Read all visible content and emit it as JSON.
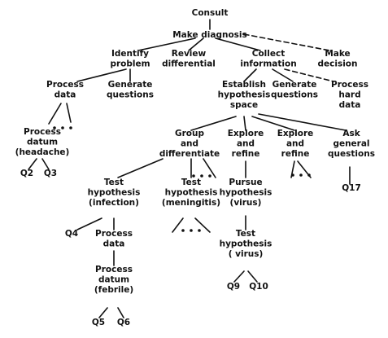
{
  "diagram": {
    "nodes": {
      "consult": [
        "Consult"
      ],
      "make_diagnosis": [
        "Make diagnosis"
      ],
      "identify_problem": [
        "Identify",
        "problem"
      ],
      "review_differential": [
        "Review",
        "differential"
      ],
      "collect_information": [
        "Collect",
        "information"
      ],
      "make_decision": [
        "Make",
        "decision"
      ],
      "process_data_1": [
        "Process",
        "data"
      ],
      "generate_questions_1": [
        "Generate",
        "questions"
      ],
      "establish_hypothesis_space": [
        "Establish",
        "hypothesis",
        "space"
      ],
      "generate_questions_2": [
        "Generate",
        "questions"
      ],
      "process_hard_data": [
        "Process",
        "hard",
        "data"
      ],
      "process_datum_headache": [
        "Process",
        "datum",
        "(headache)"
      ],
      "q2": [
        "Q2"
      ],
      "q3": [
        "Q3"
      ],
      "group_and_differentiate": [
        "Group",
        "and",
        "differentiate"
      ],
      "explore_and_refine_1": [
        "Explore",
        "and",
        "refine"
      ],
      "explore_and_refine_2": [
        "Explore",
        "and",
        "refine"
      ],
      "ask_general_questions": [
        "Ask",
        "general",
        "questions"
      ],
      "q17": [
        "Q17"
      ],
      "test_hypothesis_infection": [
        "Test",
        "hypothesis",
        "(infection)"
      ],
      "test_hypothesis_meningitis": [
        "Test",
        "hypothesis",
        "(meningitis)"
      ],
      "pursue_hypothesis_virus": [
        "Pursue",
        "hypothesis",
        "(virus)"
      ],
      "q4": [
        "Q4"
      ],
      "process_data_2": [
        "Process",
        "data"
      ],
      "test_hypothesis_virus": [
        "Test",
        "hypothesis",
        "( virus)"
      ],
      "process_datum_febrile": [
        "Process",
        "datum",
        "(febrile)"
      ],
      "q9": [
        "Q9"
      ],
      "q10": [
        "Q10"
      ],
      "q5": [
        "Q5"
      ],
      "q6": [
        "Q6"
      ]
    }
  }
}
